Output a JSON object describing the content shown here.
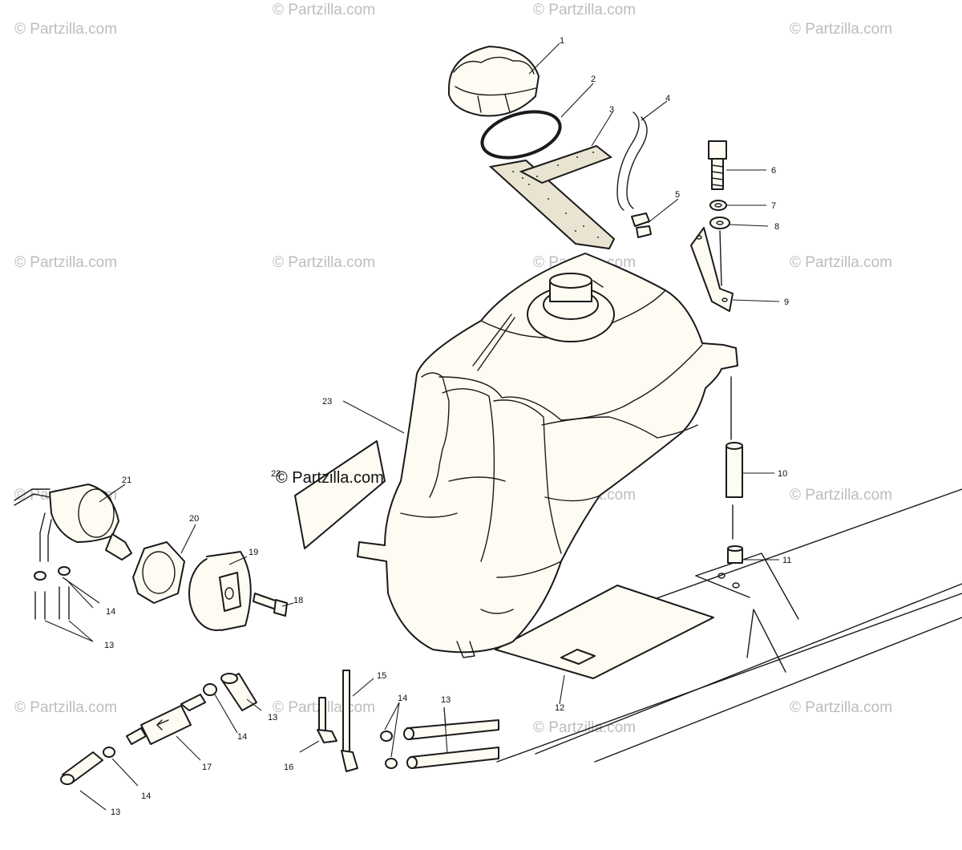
{
  "diagram": {
    "watermark_text": "© Partzilla.com",
    "overlay_watermark_text": "© Partzilla.com",
    "callouts": [
      "1",
      "2",
      "3",
      "4",
      "5",
      "6",
      "7",
      "8",
      "9",
      "10",
      "11",
      "12",
      "13",
      "14",
      "15",
      "16",
      "17",
      "18",
      "19",
      "20",
      "21",
      "22",
      "23"
    ],
    "callout_labels": {
      "l1": "1",
      "l2": "2",
      "l3": "3",
      "l4": "4",
      "l5": "5",
      "l6": "6",
      "l7": "7",
      "l8": "8",
      "l9": "9",
      "l10": "10",
      "l11": "11",
      "l12": "12",
      "l13a": "13",
      "l13b": "13",
      "l13c": "13",
      "l13d": "13",
      "l14a": "14",
      "l14b": "14",
      "l14c": "14",
      "l14d": "14",
      "l15": "15",
      "l16": "16",
      "l17": "17",
      "l18": "18",
      "l19": "19",
      "l20": "20",
      "l21": "21",
      "l22": "22",
      "l23": "23"
    }
  }
}
